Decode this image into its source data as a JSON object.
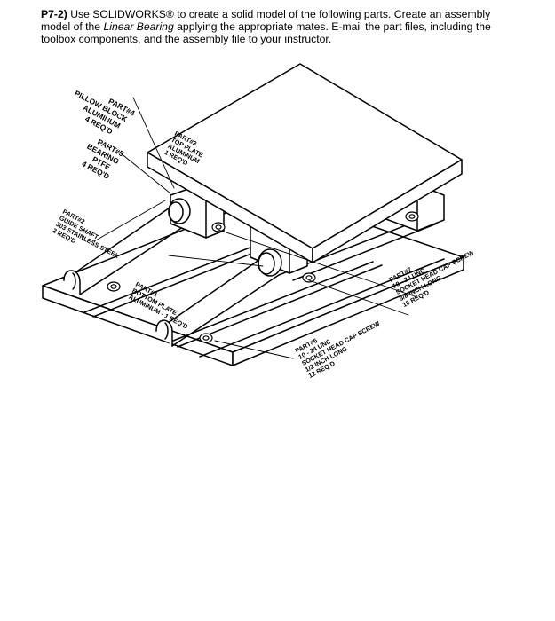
{
  "problem": {
    "number": "P7-2)",
    "text_1": " Use SOLIDWORKS® to create a solid model of the following parts.  Create an assembly model of the ",
    "part_name": "Linear Bearing",
    "text_2": " applying the appropriate mates.  E-mail the part files, including the toolbox components, and the assembly file to your instructor."
  },
  "callouts": {
    "part4": [
      "PART#4",
      "PILLOW BLOCK",
      "ALUMINUM",
      "4 REQ'D"
    ],
    "part5": [
      "PART#5",
      "BEARING",
      "PTFE",
      "4 REQ'D"
    ],
    "part2": [
      "PART#2",
      "GUIDE SHAFT",
      "303 STAINLESS STEEL",
      "2 REQ'D"
    ],
    "part3": [
      "PART#3",
      "TOP PLATE",
      "ALUMINUM",
      "1 REQ'D"
    ],
    "part1": [
      "PART#1",
      "BOTTOM PLATE",
      "ALUMINUM - 1 REQ'D"
    ],
    "part7": [
      "PART#7",
      "10 - 24 UNC",
      "SOCKET HEAD CAP SCREW",
      "3/8 INCH LONG",
      "16 REQ'D"
    ],
    "part6": [
      "PART#6",
      "10 - 24 UNC",
      "SOCKET HEAD CAP SCREW",
      "1/2 INCH LONG",
      "12 REQ'D"
    ]
  }
}
